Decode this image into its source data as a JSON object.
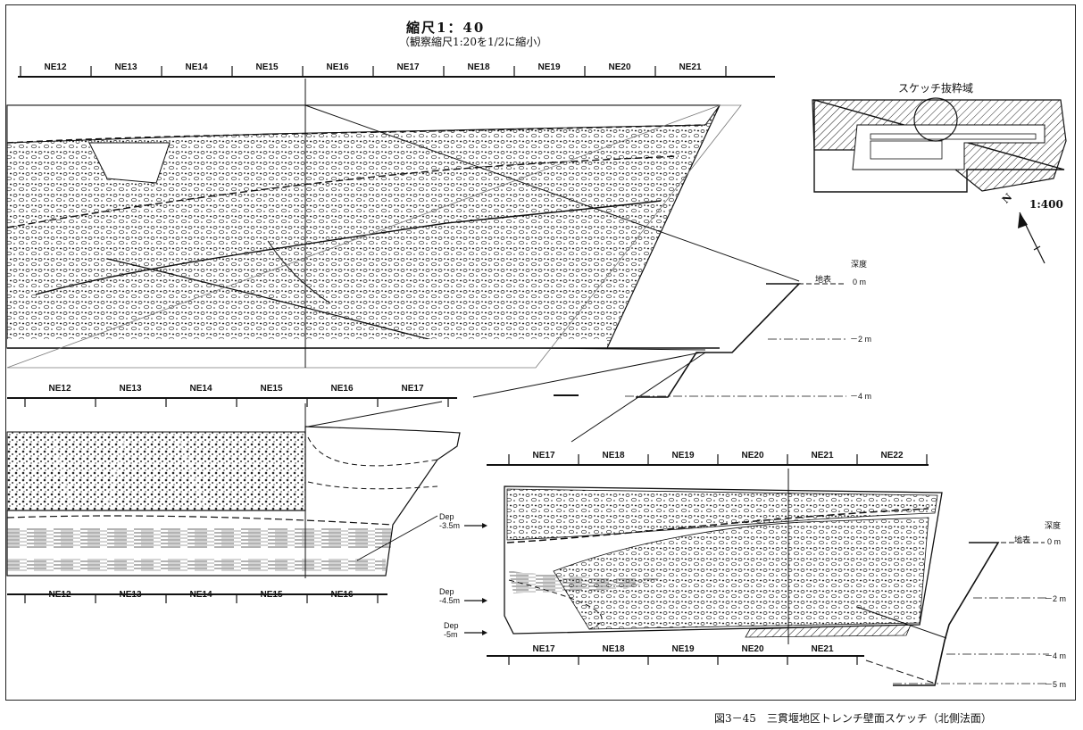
{
  "header": {
    "scale_title": "縮尺1：40",
    "scale_subtitle": "（観察縮尺1:20を1/2に縮小）"
  },
  "panels": {
    "top": {
      "grid_labels_top": [
        "NE12",
        "NE13",
        "NE14",
        "NE15",
        "NE16",
        "NE17",
        "NE18",
        "NE19",
        "NE20",
        "NE21"
      ],
      "grid_labels_bottom": [
        "NE12",
        "NE13",
        "NE14",
        "NE15",
        "NE16",
        "NE17"
      ]
    },
    "middle_left": {
      "grid_labels_bottom": [
        "NE12",
        "NE13",
        "NE14",
        "NE15",
        "NE16"
      ]
    },
    "lower_right": {
      "grid_labels_top": [
        "NE17",
        "NE18",
        "NE19",
        "NE20",
        "NE21",
        "NE22"
      ],
      "grid_labels_bottom": [
        "NE17",
        "NE18",
        "NE19",
        "NE20",
        "NE21"
      ],
      "depth_markers": [
        "Dep\n-3.5m",
        "Dep\n-4.5m",
        "Dep\n-5m"
      ]
    }
  },
  "profile_upper": {
    "header": "深度",
    "surface": "地表",
    "levels": [
      "0 m",
      "－2 m",
      "－4 m"
    ]
  },
  "profile_lower": {
    "header": "深度",
    "surface": "地表",
    "levels": [
      "0 m",
      "－2 m",
      "－4 m",
      "－5 m"
    ]
  },
  "inset": {
    "title": "スケッチ抜粋域",
    "scale": "1:400",
    "north": "N"
  },
  "caption": "図3－45　三貫堰地区トレンチ壁面スケッチ（北側法面）",
  "colors": {
    "ink": "#111111",
    "paper": "#ffffff",
    "stone_fill": "#d9d9d9"
  }
}
